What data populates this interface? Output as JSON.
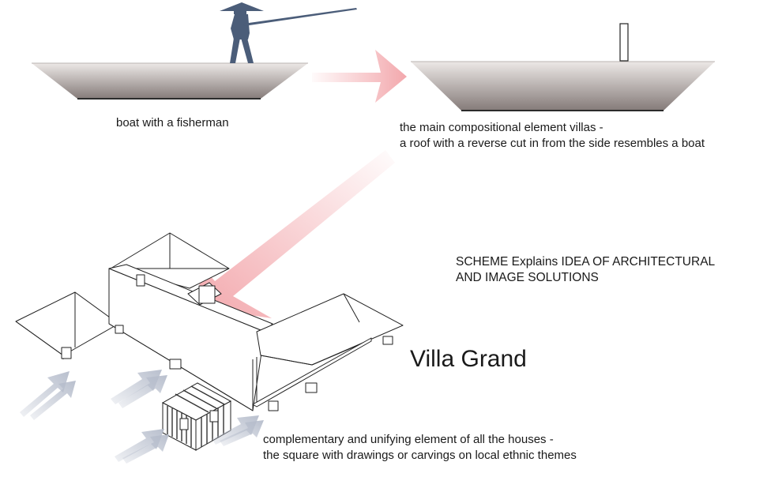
{
  "captions": {
    "boat": "boat with a fisherman",
    "roof_line1": "the main compositional element villas -",
    "roof_line2": "a roof with a reverse cut in from the side resembles a boat",
    "scheme_line1": "SCHEME Explains IDEA OF ARCHITECTURAL",
    "scheme_line2": "AND IMAGE SOLUTIONS",
    "square_line1": "complementary and unifying element of all the houses -",
    "square_line2": "the square with drawings or carvings on local ethnic themes"
  },
  "title": "Villa Grand",
  "colors": {
    "fisherman": "#4b5d79",
    "arrow": "#f2a3a8",
    "wind_arrow": "#b5bccb",
    "hull_top": "#e6e1df",
    "hull_bottom": "#837977",
    "line": "#222222"
  }
}
